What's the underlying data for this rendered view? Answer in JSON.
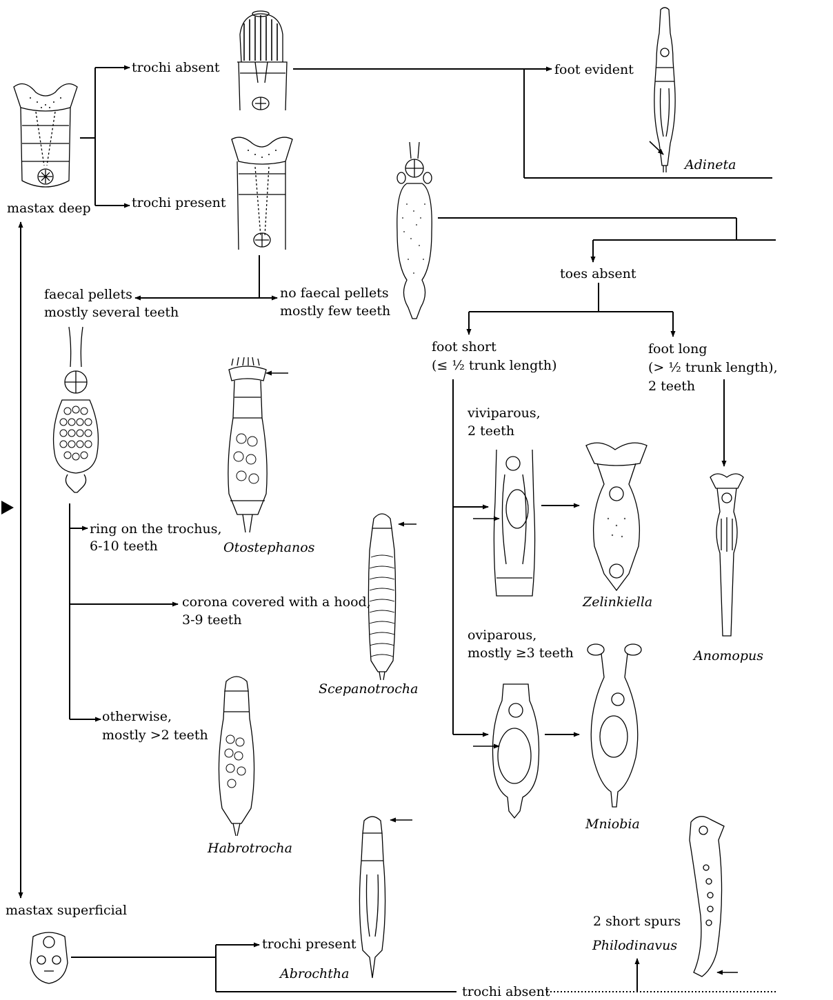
{
  "labels": {
    "mastax_deep": "mastax deep",
    "trochi_absent_top": "trochi absent",
    "trochi_present_top": "trochi present",
    "faecal_pellets_1": "faecal pellets",
    "faecal_pellets_2": "mostly several teeth",
    "no_faecal_1": "no faecal pellets",
    "no_faecal_2": "mostly few teeth",
    "foot_evident": "foot evident",
    "toes_absent": "toes absent",
    "foot_short_1": "foot short",
    "foot_short_2": "(≤ ½ trunk length)",
    "foot_long_1": "foot long",
    "foot_long_2": "(> ½ trunk length),",
    "foot_long_3": "2 teeth",
    "viviparous_1": "viviparous,",
    "viviparous_2": "2 teeth",
    "oviparous_1": "oviparous,",
    "oviparous_2": "mostly ≥3 teeth",
    "ring_1": "ring on the trochus,",
    "ring_2": "6-10 teeth",
    "corona_1": "corona covered with a hood,",
    "corona_2": "3-9 teeth",
    "otherwise_1": "otherwise,",
    "otherwise_2": "mostly >2 teeth",
    "mastax_superficial": "mastax superficial",
    "trochi_present_bottom": "trochi present",
    "trochi_absent_bottom": "trochi absent",
    "two_short_spurs": "2 short spurs"
  },
  "genera": {
    "adineta": "Adineta",
    "otostephanos": "Otostephanos",
    "scepanotrocha": "Scepanotrocha",
    "habrotrocha": "Habrotrocha",
    "zelinkiella": "Zelinkiella",
    "anomopus": "Anomopus",
    "mniobia": "Mniobia",
    "abrochtha": "Abrochtha",
    "philodinavus": "Philodinavus"
  }
}
